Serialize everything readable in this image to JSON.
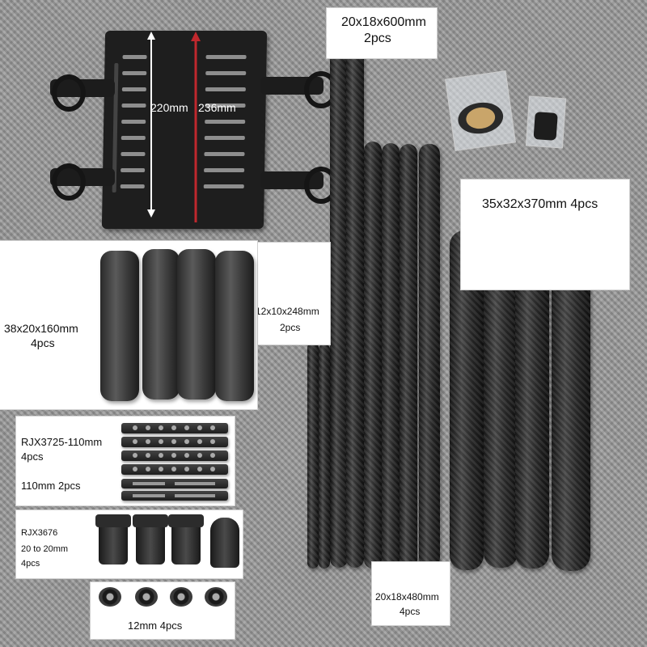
{
  "frame": {
    "dim_width": "220mm",
    "dim_length": "236mm"
  },
  "tube_600": {
    "size": "20x18x600mm",
    "qty": "2pcs"
  },
  "tube_370": {
    "label": "35x32x370mm  4pcs"
  },
  "tube_160": {
    "size": "38x20x160mm",
    "qty": "4pcs"
  },
  "tube_248": {
    "size": "12x10x248mm",
    "qty": "2pcs"
  },
  "tube_480": {
    "size": "20x18x480mm",
    "qty": "4pcs"
  },
  "plates": {
    "line1": "RJX3725-110mm",
    "line2": "4pcs",
    "line3": "110mm 2pcs"
  },
  "connectors": {
    "line1": "RJX3676",
    "line2": "20 to 20mm",
    "line3": "4pcs"
  },
  "clamps": {
    "label": "12mm   4pcs"
  },
  "colors": {
    "red_arrow": "#c0282d",
    "white_arrow": "#ffffff"
  }
}
